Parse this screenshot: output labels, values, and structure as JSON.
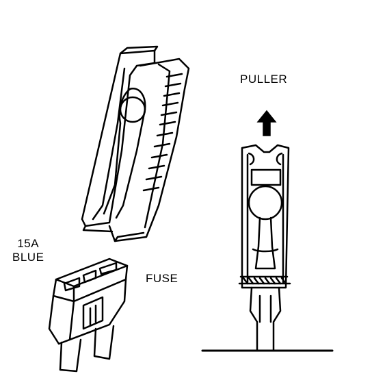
{
  "labels": {
    "puller": "PULLER",
    "fuse_rating": "15A",
    "fuse_color": "BLUE",
    "fuse": "FUSE"
  },
  "colors": {
    "ink": "#000000",
    "paper": "#ffffff"
  },
  "icons": {
    "pull_direction": "arrow-up-icon"
  }
}
